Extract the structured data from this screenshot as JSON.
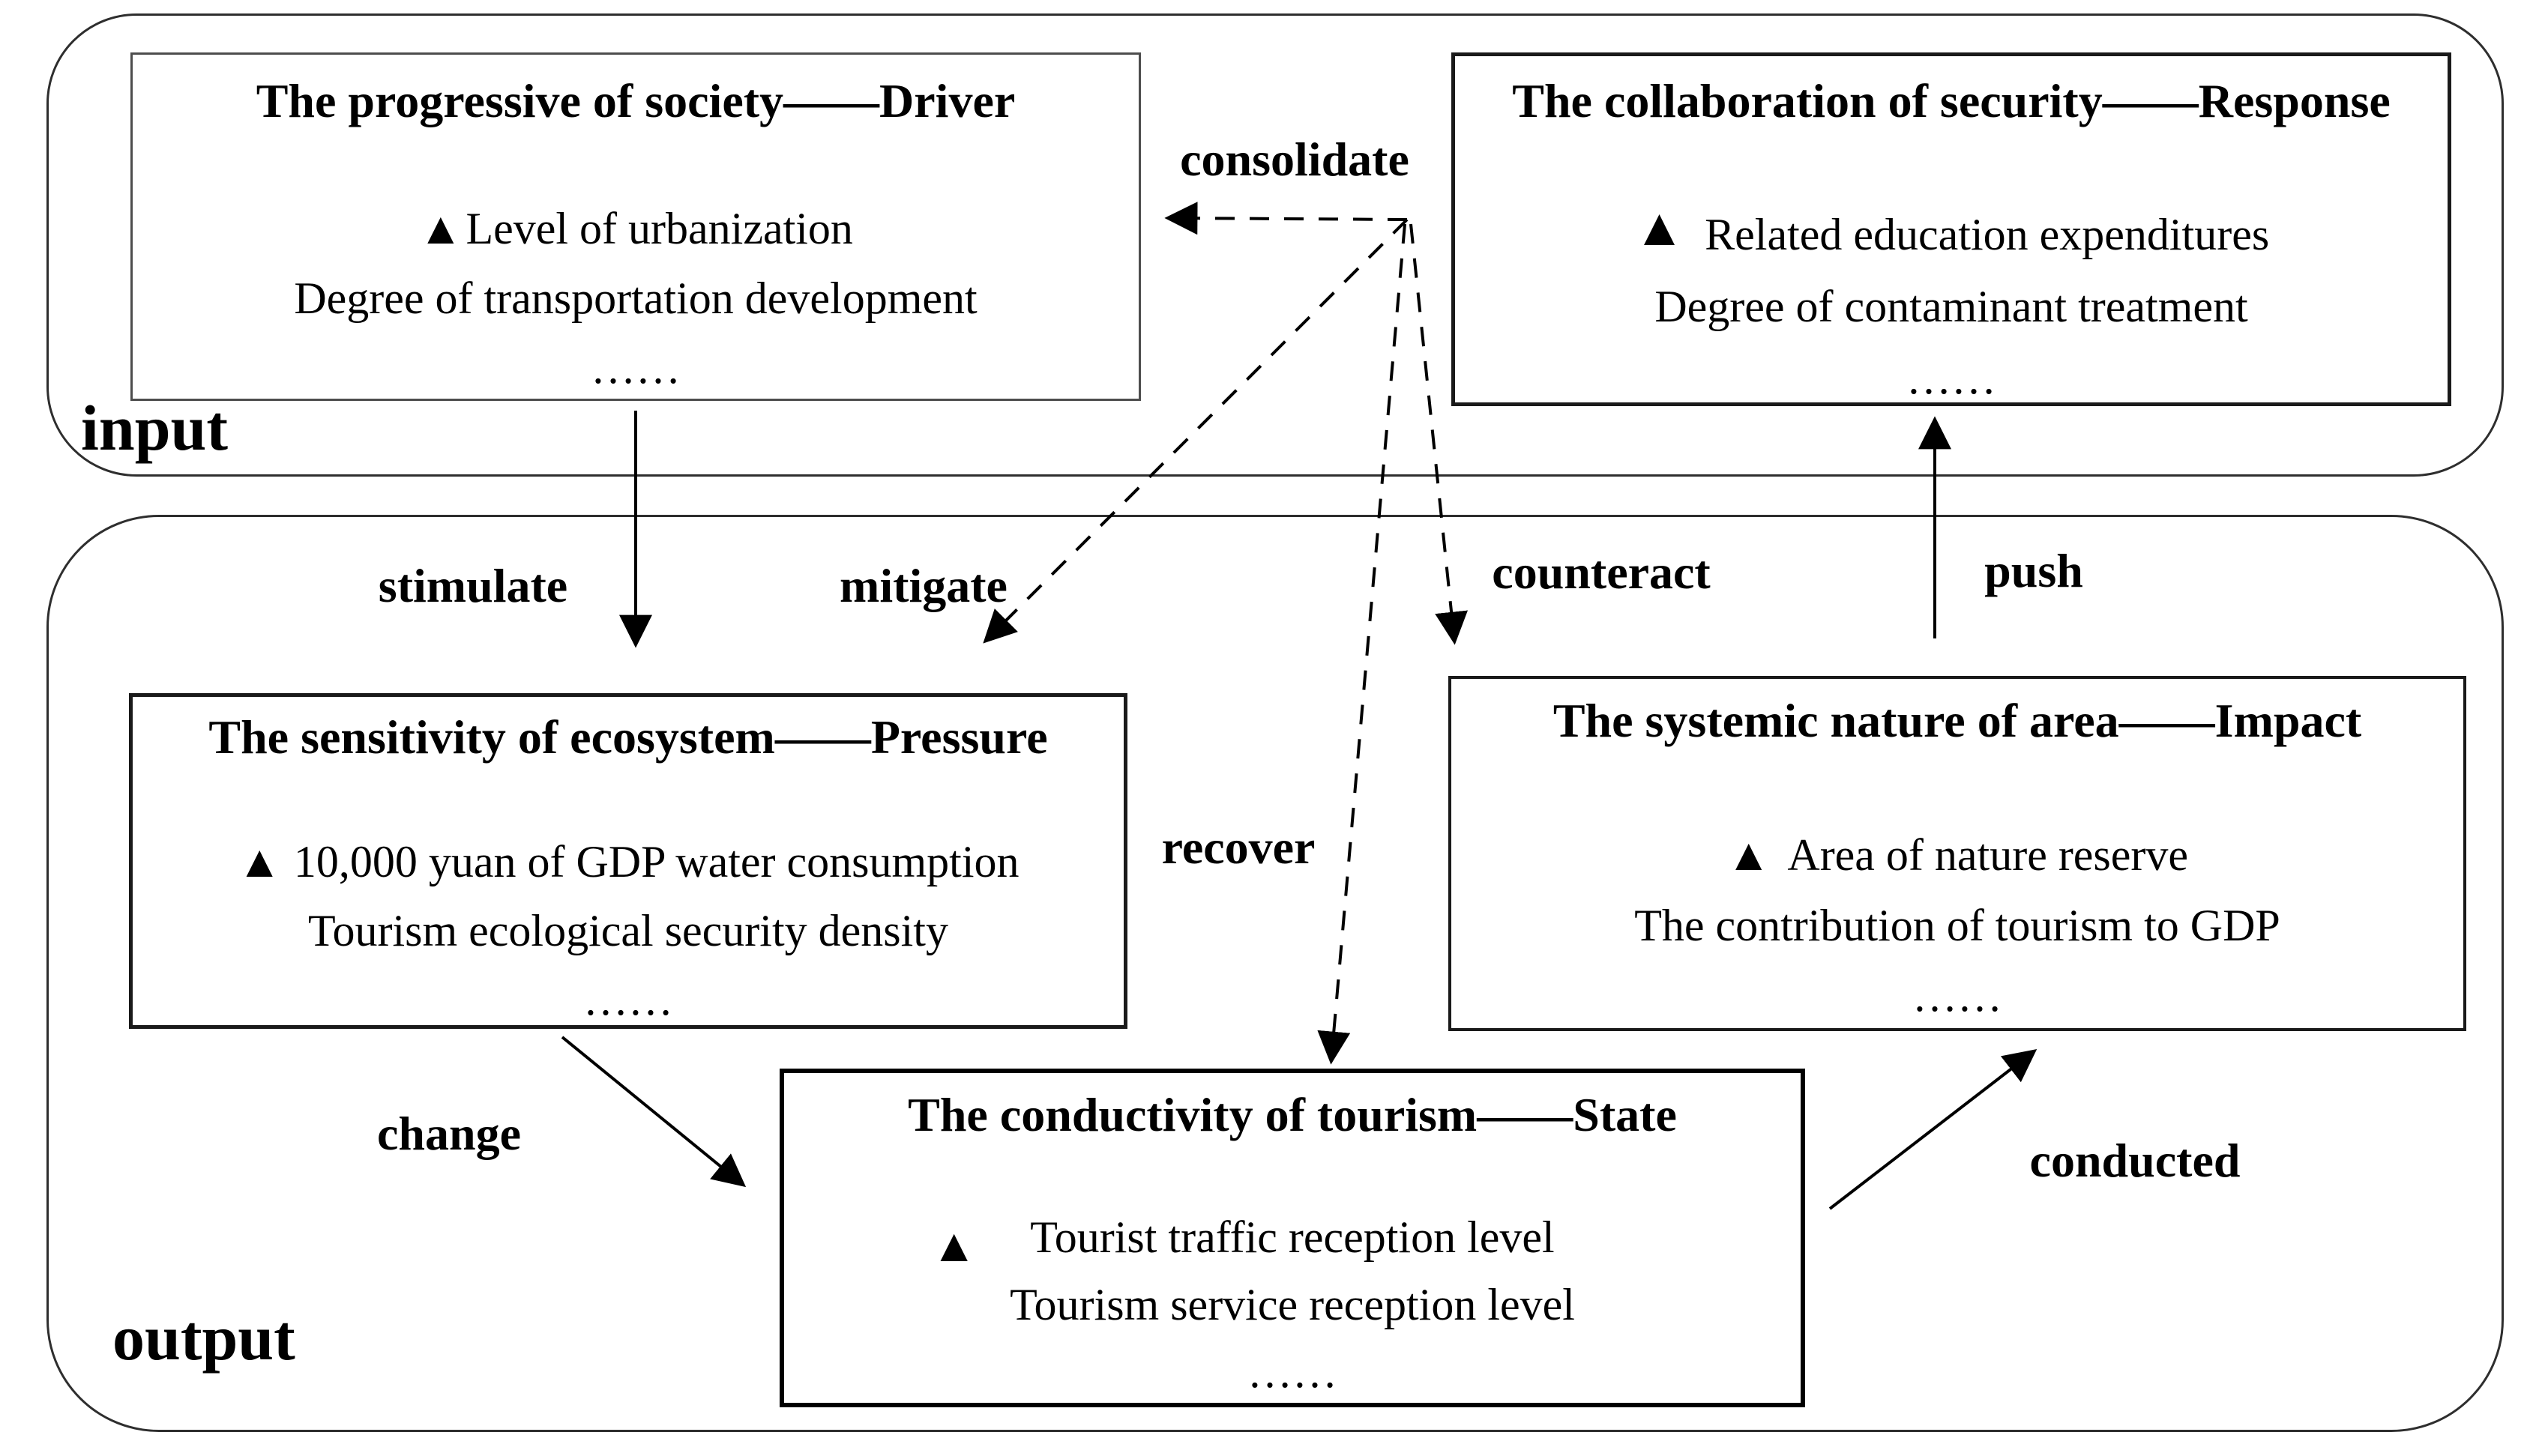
{
  "diagram": {
    "containers": {
      "input": {
        "label": "input"
      },
      "output": {
        "label": "output"
      }
    },
    "icons": {
      "bullet_triangle": "▲"
    },
    "boxes": {
      "driver": {
        "title": "The progressive of society——Driver",
        "items": [
          "Level of urbanization",
          "Degree of transportation development",
          "……"
        ]
      },
      "response": {
        "title": "The collaboration of security——Response",
        "items": [
          "Related education expenditures",
          "Degree of contaminant treatment",
          "……"
        ]
      },
      "pressure": {
        "title": "The sensitivity of ecosystem——Pressure",
        "items": [
          "10,000 yuan of GDP water consumption",
          "Tourism ecological security density",
          "……"
        ]
      },
      "impact": {
        "title": "The systemic nature of area——Impact",
        "items": [
          "Area of nature reserve",
          "The contribution of tourism to GDP",
          "……"
        ]
      },
      "state": {
        "title": "The conductivity of tourism——State",
        "items": [
          "Tourist traffic reception level",
          "Tourism service reception level",
          "……"
        ]
      }
    },
    "edge_labels": {
      "consolidate": "consolidate",
      "stimulate": "stimulate",
      "mitigate": "mitigate",
      "counteract": "counteract",
      "push": "push",
      "recover": "recover",
      "change": "change",
      "conducted": "conducted"
    },
    "colors": {
      "line": "#000000",
      "box_border": "#1a1a1a",
      "background": "#ffffff"
    }
  }
}
